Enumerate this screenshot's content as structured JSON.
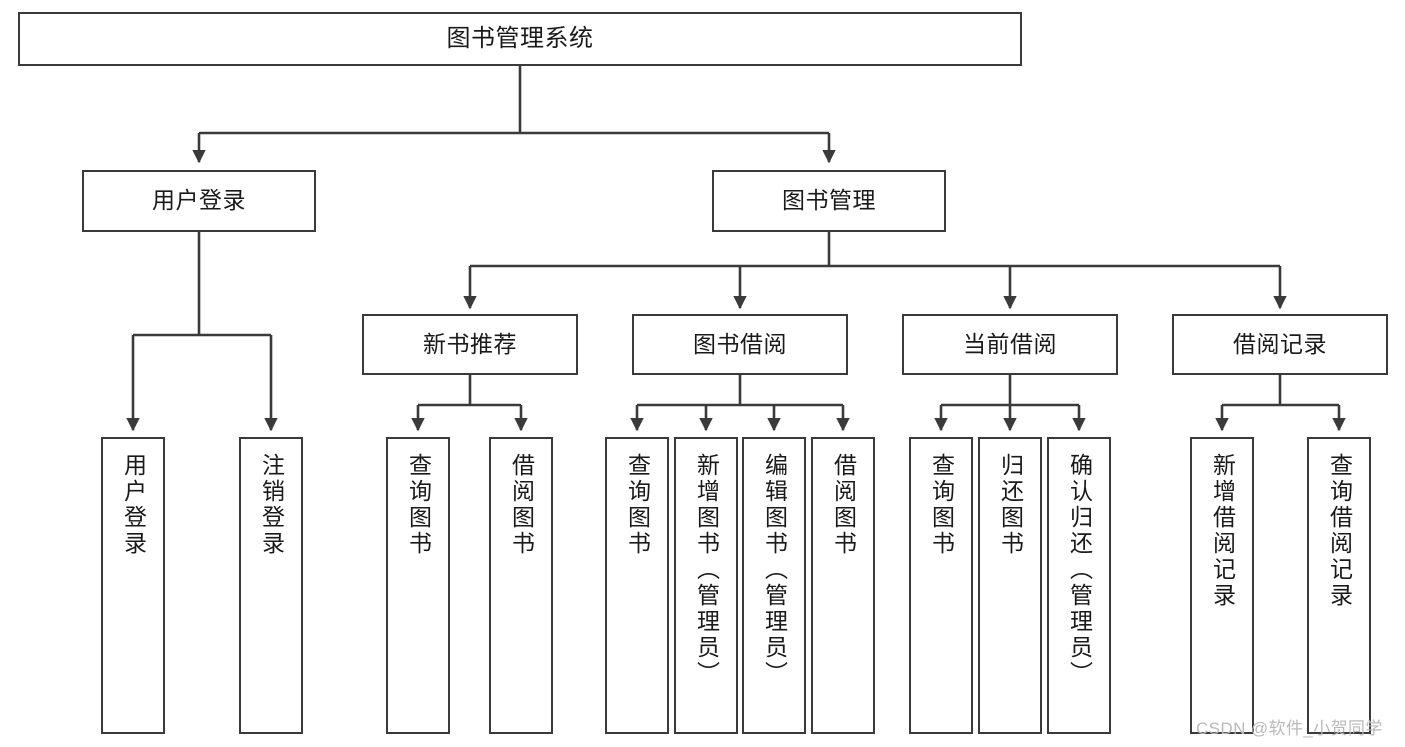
{
  "diagram": {
    "title": "图书管理系统",
    "type": "tree-hierarchy-diagram",
    "colors": {
      "box_border": "#3a3a3a",
      "box_fill": "#ffffff",
      "connector": "#3a3a3a",
      "text": "#1a1a1a",
      "watermark": "#b9b9b9",
      "background": "#ffffff"
    },
    "nodes": {
      "root": {
        "label": "图书管理系统"
      },
      "level2": [
        {
          "id": "user-login",
          "label": "用户登录"
        },
        {
          "id": "book-management",
          "label": "图书管理"
        }
      ],
      "level3": [
        {
          "id": "new-book-recommend",
          "label": "新书推荐"
        },
        {
          "id": "book-borrow",
          "label": "图书借阅"
        },
        {
          "id": "current-borrow",
          "label": "当前借阅"
        },
        {
          "id": "borrow-record",
          "label": "借阅记录"
        }
      ],
      "leaves": {
        "user-login": [
          {
            "id": "leaf-user-login",
            "label": "用户登录"
          },
          {
            "id": "leaf-logout-login",
            "label": "注销登录"
          }
        ],
        "new-book-recommend": [
          {
            "id": "leaf-query-book-1",
            "label": "查询图书"
          },
          {
            "id": "leaf-borrow-book-1",
            "label": "借阅图书"
          }
        ],
        "book-borrow": [
          {
            "id": "leaf-query-book-2",
            "label": "查询图书"
          },
          {
            "id": "leaf-add-book",
            "label": "新增图书（管理员）"
          },
          {
            "id": "leaf-edit-book",
            "label": "编辑图书（管理员）"
          },
          {
            "id": "leaf-borrow-book-2",
            "label": "借阅图书"
          }
        ],
        "current-borrow": [
          {
            "id": "leaf-query-book-3",
            "label": "查询图书"
          },
          {
            "id": "leaf-return-book",
            "label": "归还图书"
          },
          {
            "id": "leaf-confirm-return",
            "label": "确认归还（管理员）"
          }
        ],
        "borrow-record": [
          {
            "id": "leaf-add-record",
            "label": "新增借阅记录"
          },
          {
            "id": "leaf-query-record",
            "label": "查询借阅记录"
          }
        ]
      }
    },
    "watermark": "CSDN @软件_小贺同学"
  }
}
